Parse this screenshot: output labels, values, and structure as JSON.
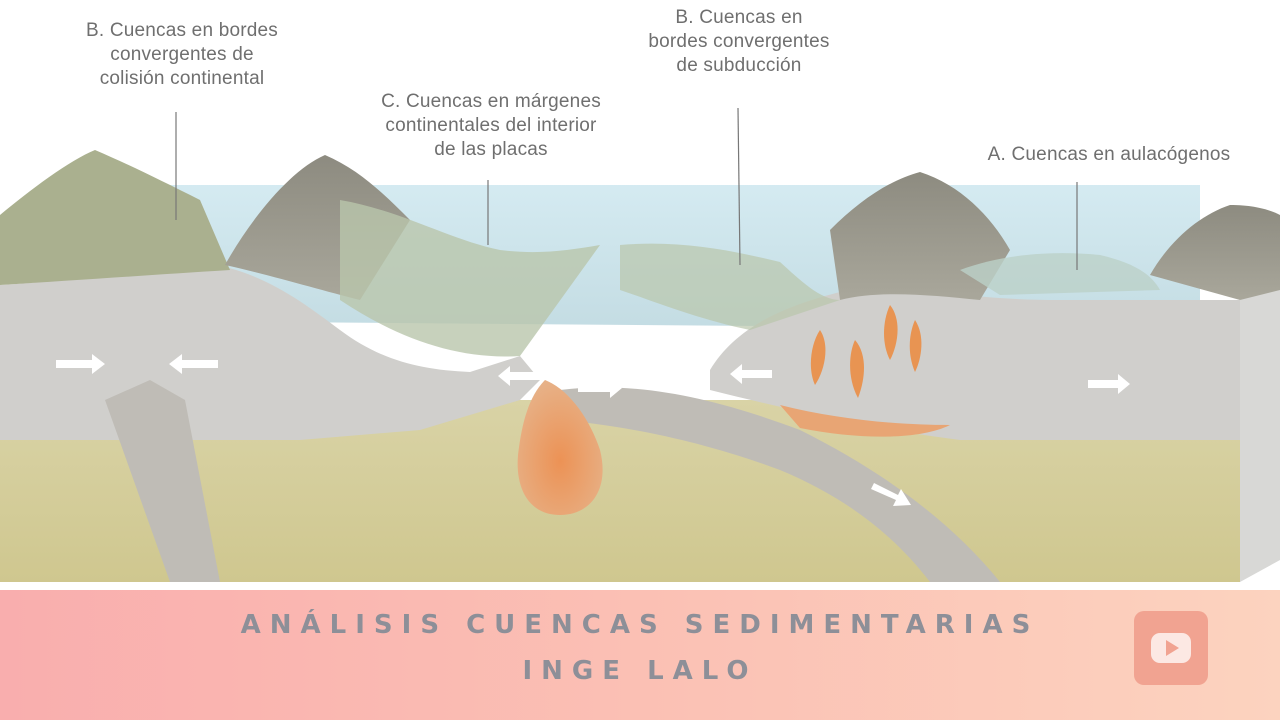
{
  "diagram": {
    "labels": {
      "collision": "B. Cuencas en bordes\nconvergentes de\ncolisión continental",
      "subduction": "B. Cuencas en\nbordes convergentes\nde subducción",
      "margins": "C. Cuencas en márgenes\ncontinentales del interior\nde las placas",
      "aulacogens": "A. Cuencas en aulacógenos"
    }
  },
  "footer": {
    "title": "ANÁLISIS CUENCAS SEDIMENTARIAS",
    "author": "INGE LALO"
  },
  "icons": {
    "player": "youtube-play-icon"
  },
  "colors": {
    "footer_gradient_start": "#f9aeae",
    "footer_gradient_end": "#fcd3bf",
    "footer_text": "#8d8f98",
    "youtube_button": "#f1a391",
    "sea": "#c4e2ec",
    "mantle": "#d3cd9a",
    "crust": "#cecdca",
    "magma": "#e49a60"
  }
}
